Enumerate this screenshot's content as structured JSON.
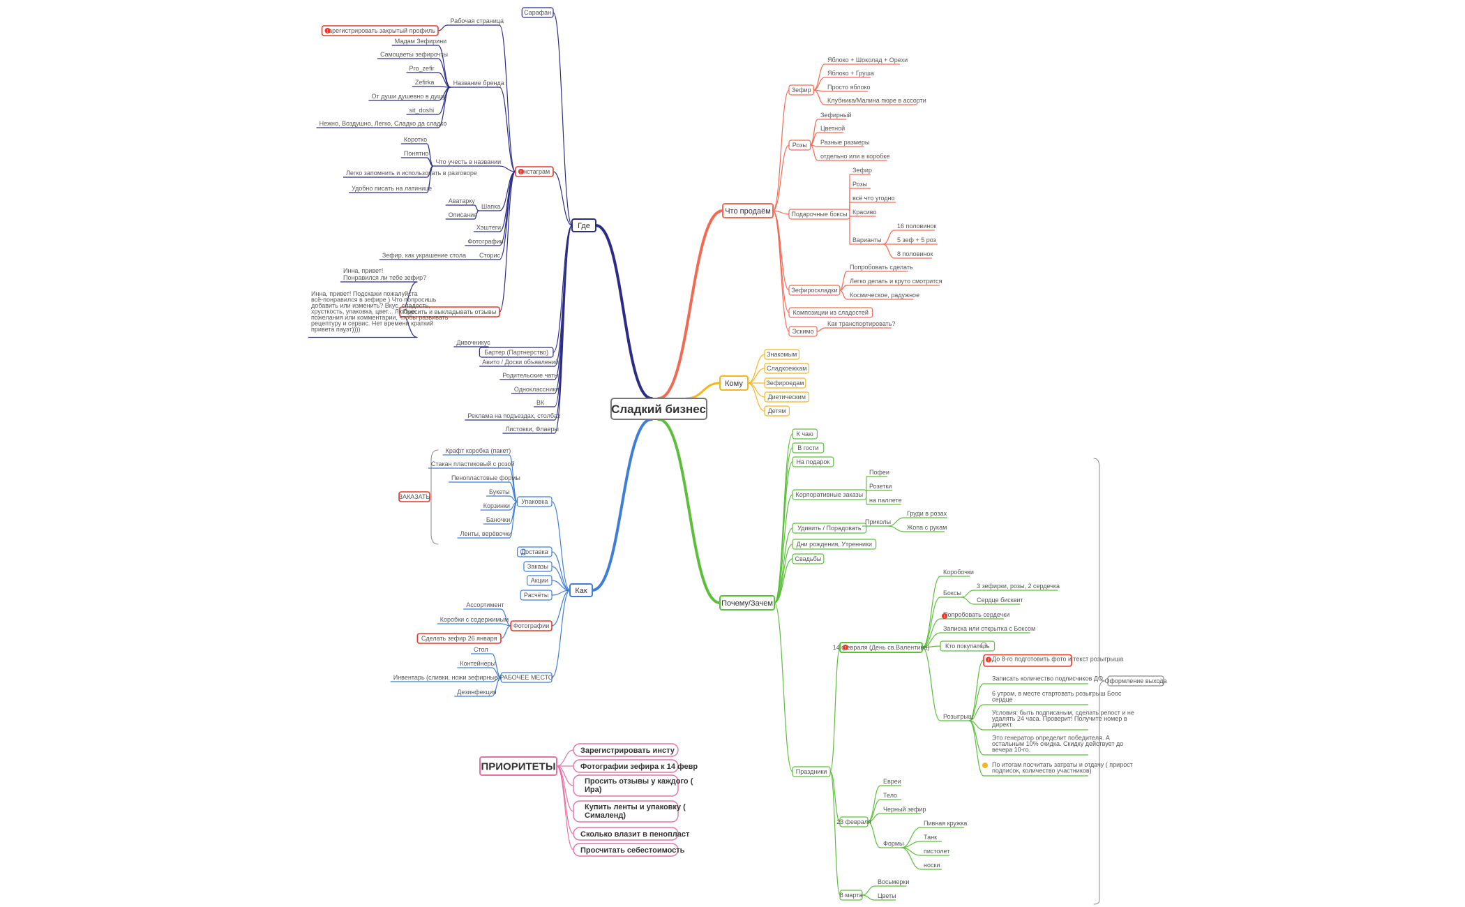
{
  "central": "Сладкий бизнес",
  "colors": {
    "gde": "#2b2c85",
    "kak": "#3f7ed6",
    "chto": "#f26a54",
    "komu": "#f5b51c",
    "pochemu": "#5cbf3c",
    "prio": "#e472a4",
    "gray": "#8a8a8a",
    "alert": "#e8392a"
  },
  "branches": {
    "gde": {
      "label": "Где",
      "items": {
        "sarafan": "Сарафан",
        "instagram": "Инстаграм",
        "barter": "Бартер (Партнерство)",
        "avito": "Авито / Доски объявлений",
        "roditelskie": "Родительские чаты",
        "odnoklassniki": "Одноклассники",
        "vk": "ВК",
        "reklama": "Реклама на подъездах, столбах",
        "listovki": "Листовки, Флаеры"
      },
      "instagram_children": {
        "rabochaya": "Рабочая страница",
        "nazvanie": "Название бренда",
        "chto_uchest": "Что учесть в названии",
        "shapka": "Шапка",
        "hashtegi": "Хэштеги",
        "foto": "Фотографии",
        "stories": "Сторис",
        "otzyvy": "Просить и выкладывать отзывы"
      },
      "leaves": {
        "registrirovat": "Зарегистрировать закрытый профиль",
        "brand": [
          "Мадам Зефирини",
          "Самоцветы зефирочты",
          "Pro_zefir",
          "Zefirka",
          "От души душевно в душу",
          "sit_doshi",
          "Нежно, Воздушно, Легко, Сладко да сладко"
        ],
        "uchest": [
          "Коротко",
          "Понятно",
          "Легко запомнить и использовать в разговоре",
          "Удобно писать на латинице"
        ],
        "shapka": [
          "Аватарку",
          "Описание"
        ],
        "stories_leaf": "Зефир, как украшение стола",
        "otzyvy_leaf1": "Инна, привет!\nПонравился ли тебе зефир?",
        "otzyvy_leaf2": "Инна, привет!\nПодскажи пожалуйста всё-понравился в зефире ) Что попросишь добавить или изменить? Вкус, сладость, хрусткость, упаковка, цвет... Любые пожелания или комментарии, чтобы развивать рецептуру и сервис. Нет времени краткий привета пауэт))))",
        "barter_leaf": "Дивочникус"
      }
    },
    "kak": {
      "label": "Как",
      "items": {
        "upakovka": "Упаковка",
        "dostavka": "Доставка",
        "zakazy": "Заказы",
        "raschety": "Расчёты",
        "cheki": "Акции",
        "fotografii": "Фотографии",
        "rabochee": "РАБОЧЕЕ МЕСТО"
      },
      "upakovka_leaves": [
        "Крафт коробка (пакет)",
        "Стакан пластиковый с розой",
        "Пенопластовые формы",
        "Букеты",
        "Корзинки",
        "Баночки",
        "Ленты, верёвочки"
      ],
      "zakazat": "ЗАКАЗАТЬ",
      "foto_leaves": [
        "Ассортимент",
        "Коробки с содержимым",
        "Сделать зефир 26 января"
      ],
      "rabochee_leaves": [
        "Стол",
        "Контейнеры",
        "Инвентарь (сливки, ножи зефирные)",
        "Дезинфекция"
      ]
    },
    "chto": {
      "label": "Что продаём",
      "items": {
        "zefir": "Зефир",
        "rozy": "Розы",
        "podarochnye": "Подарочные боксы",
        "zefiroskaz": "Зефироскладки",
        "kompozicii": "Композиции из сладостей",
        "eskimo": "Эскимо"
      },
      "zefir_leaves": [
        "Яблоко + Шоколад + Орехи",
        "Яблоко + Груша",
        "Просто яблоко",
        "Клубника/Малина пюре в ассорти"
      ],
      "rozy_leaves": [
        "Зефирный",
        "Цветной",
        "Разные размеры",
        "отдельно или в коробке"
      ],
      "podar_leaves": [
        "Зефир",
        "Розы",
        "всё что угодно",
        "Красиво"
      ],
      "varianty": "Варианты",
      "varianty_leaves": [
        "16 половинок",
        "5 зеф + 5 роз",
        "8 половинок"
      ],
      "zefiroskaz_leaves": [
        "Попробовать сделать",
        "Легко делать и круто смотрится",
        "Космическое, радужное"
      ],
      "eskimo_leaf": "Как транспортировать?"
    },
    "komu": {
      "label": "Кому",
      "items": [
        "Знакомым",
        "Сладкоежкам",
        "Зефироедам",
        "Диетическим",
        "Детям"
      ]
    },
    "pochemu": {
      "label": "Почему/Зачем",
      "items": {
        "k_chayu": "К чаю",
        "v_gosti": "В гости",
        "na_podarok": "На подарок",
        "korporativnye": "Корпоративные заказы",
        "udivit": "Удивить / Порадовать",
        "den_rozhdeniya": "Дни рождения, Утренники",
        "svadby": "Свадьбы",
        "prazdniki": "Праздники"
      },
      "korp_leaves": [
        "Пофеи",
        "Розетки",
        "на паллете"
      ],
      "udivit_sub": "Приколы",
      "udivit_leaves": [
        "Груди в розах",
        "Жопа с рукам"
      ],
      "feb14": "14 февраля (День св.Валентина)",
      "feb14_items": {
        "korobochki": "Коробочки",
        "boksy": "Боксы",
        "poprobovat": "Попробовать сердечки",
        "zapiska": "Записка или открытка с Боксом",
        "kto_pokupatel": "Кто покупатель",
        "rozygrysh": "Розыгрыш"
      },
      "boksy_leaves": [
        "3 зефирки, розы, 2 сердечка",
        "Сердце бисквит"
      ],
      "rozygrysh_leaves": [
        "До 8-го подготовить фото и текст розыгрыша",
        "Записать количество подписчиков ДО",
        "6 утром, в месте стартовать розыгрыш Боос сердце",
        "Условия: быть подписаным, сделать репост и не удалять 24 часа. Проверит! Получите номер в директ.",
        "Это генератор определит победителя. А остальным 10% скидка. Скидку действует до вечера 10-го.",
        "По итогам посчитать затраты и отдачу ( прирост подписок, количество участников)"
      ],
      "feb23": "23 февраля",
      "feb23_items": [
        "Евреи",
        "Тело",
        "Черный зефир",
        "Формы"
      ],
      "formy_leaves": [
        "Пивная кружка",
        "Танк",
        "пистолет",
        "носки"
      ],
      "mar8": "8 марта",
      "mar8_items": [
        "Восьмерки",
        "Цветы"
      ],
      "oformlenie": "Оформление выхода"
    }
  },
  "priorities": {
    "label": "ПРИОРИТЕТЫ",
    "items": [
      "Зарегистрировать инсту",
      "Фотографии зефира к 14 февр",
      "Просить отзывы у каждого ( Ира)",
      "Купить ленты и упаковку ( Сималенд)",
      "Сколько влазит в пенопласт",
      "Просчитать себестоимость"
    ]
  }
}
